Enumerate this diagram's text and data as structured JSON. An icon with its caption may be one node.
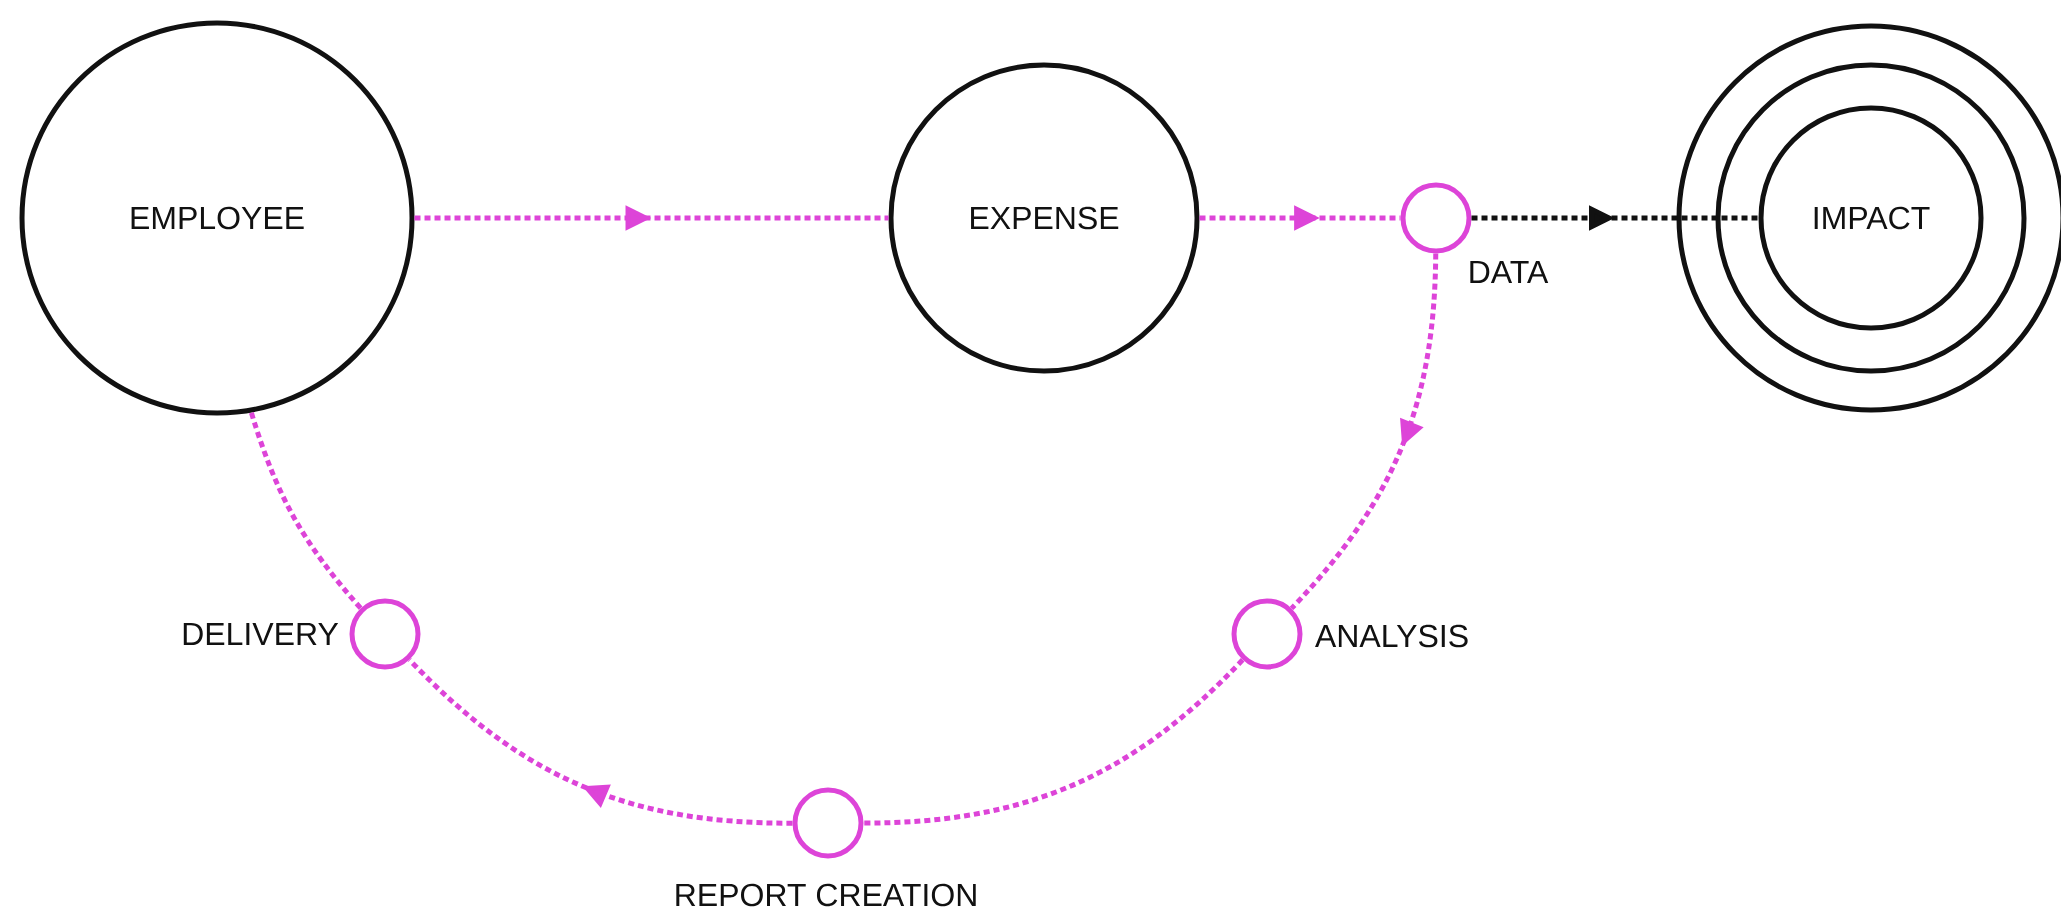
{
  "diagram": {
    "nodes": [
      {
        "text": [
          "EMPLOYEE"
        ]
      },
      {
        "text": [
          "EXPENSE"
        ]
      },
      {
        "text": [],
        "shape": "circle",
        "beside": [
          "DATA"
        ]
      },
      {
        "text": [
          "IMPACT"
        ]
      },
      {
        "text": [],
        "shape": "circle",
        "beside": [
          "ANALYSIS"
        ]
      },
      {
        "text": [],
        "shape": "circle",
        "beside": [
          "REPORT CREATION"
        ]
      },
      {
        "text": [],
        "shape": "circle",
        "beside": [
          "DELIVERY"
        ]
      }
    ],
    "edges": [
      {
        "from": 0,
        "to": 1,
        "arrow": "to"
      },
      {
        "from": 1,
        "to": 2,
        "arrow": "to"
      },
      {
        "from": 2,
        "to": 3,
        "arrow": "to",
        "color": "#111111"
      },
      {
        "from": 2,
        "to": 4,
        "arrow": "to"
      },
      {
        "from": 4,
        "to": 5,
        "arrow": "none"
      },
      {
        "from": 5,
        "to": 6,
        "arrow": "to"
      },
      {
        "from": 6,
        "to": 0,
        "arrow": "none"
      }
    ]
  }
}
